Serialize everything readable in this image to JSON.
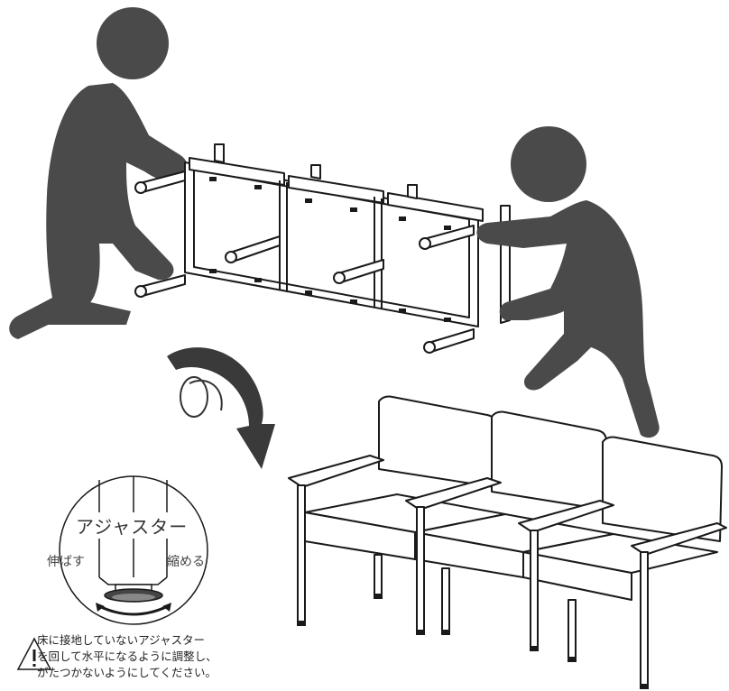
{
  "caster_detail": {
    "title": "アジャスター",
    "extend": "伸ばす",
    "shrink": "縮める"
  },
  "warning": {
    "icon": "warning-triangle-icon",
    "lines": [
      "床に接地していないアジャスター",
      "を回して水平になるように調整し、",
      "がたつかないようにしてください。"
    ]
  },
  "colors": {
    "figure": "#4a4a4a",
    "line": "#1a1a1a",
    "arrow": "#3a3a3a"
  }
}
